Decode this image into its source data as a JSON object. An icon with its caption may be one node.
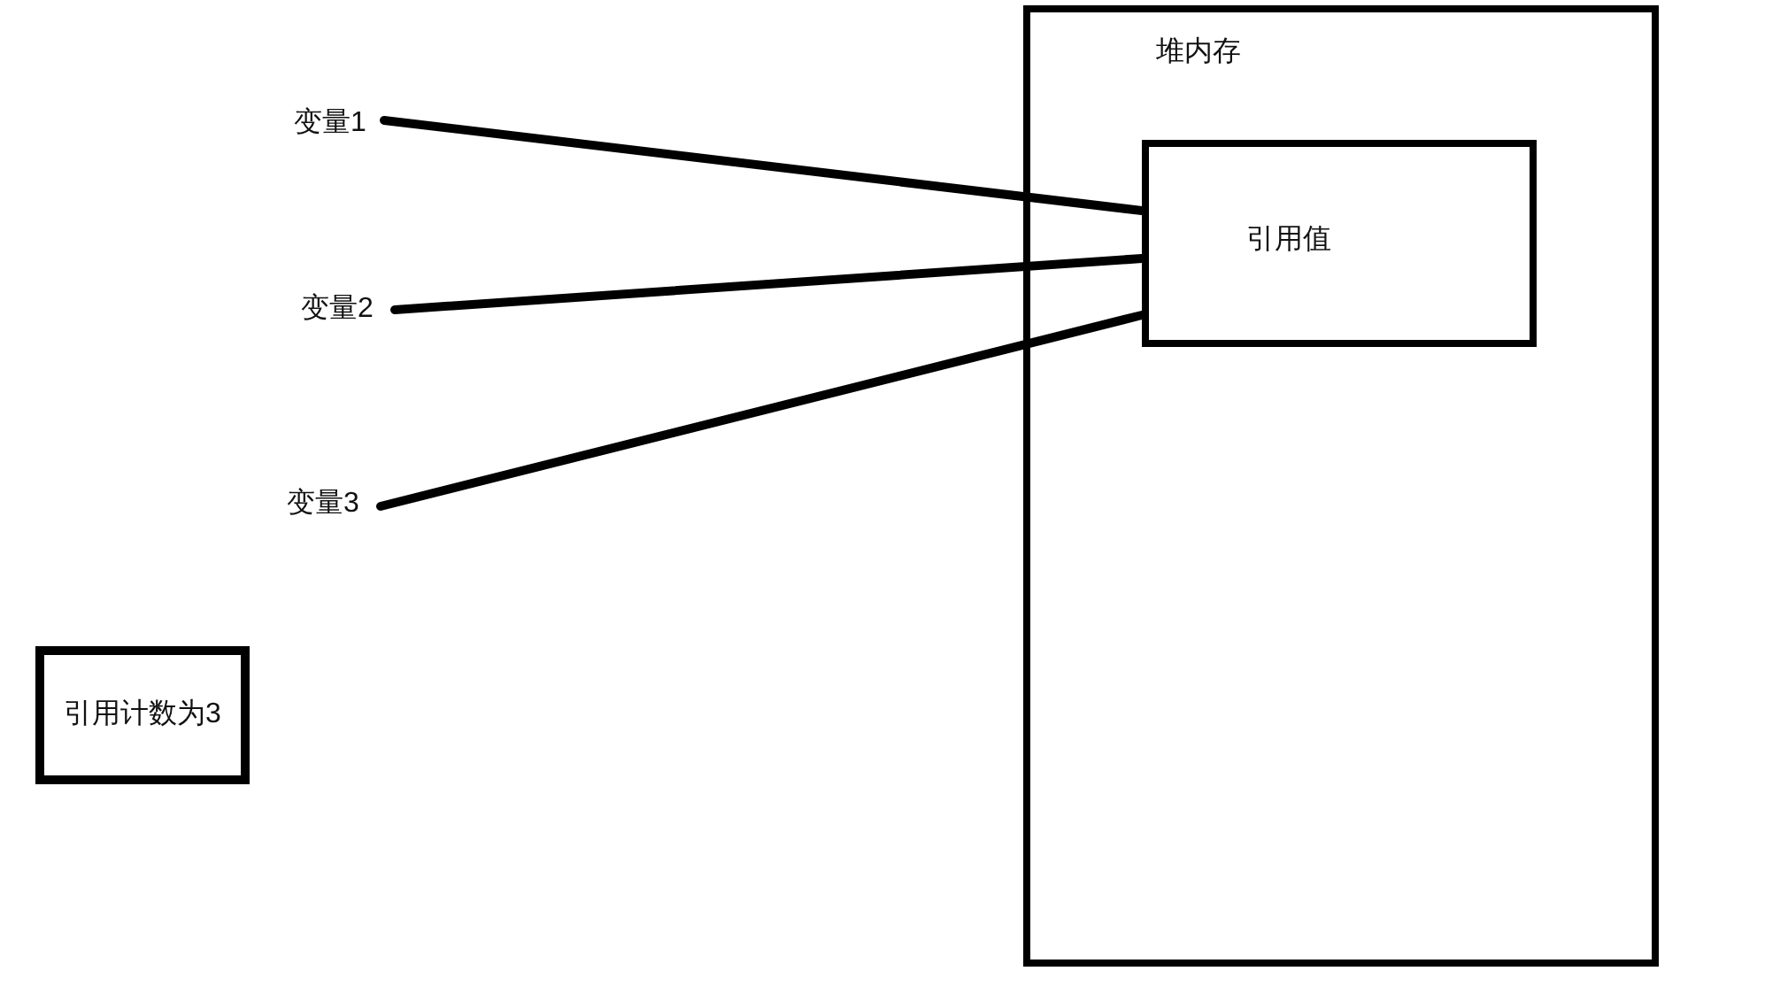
{
  "diagram": {
    "nodes": [
      {
        "text": [
          "堆内存"
        ]
      },
      {
        "text": [
          "引用值"
        ],
        "in": 0
      },
      {
        "text": [
          "变量1"
        ]
      },
      {
        "text": [
          "变量2"
        ]
      },
      {
        "text": [
          "变量3"
        ]
      },
      {
        "text": [
          "引用计数为3"
        ]
      }
    ],
    "edges": [
      {
        "from": 2,
        "to": 1,
        "arrow": "none"
      },
      {
        "from": 3,
        "to": 1,
        "arrow": "none"
      },
      {
        "from": 4,
        "to": 1,
        "arrow": "none"
      }
    ]
  }
}
